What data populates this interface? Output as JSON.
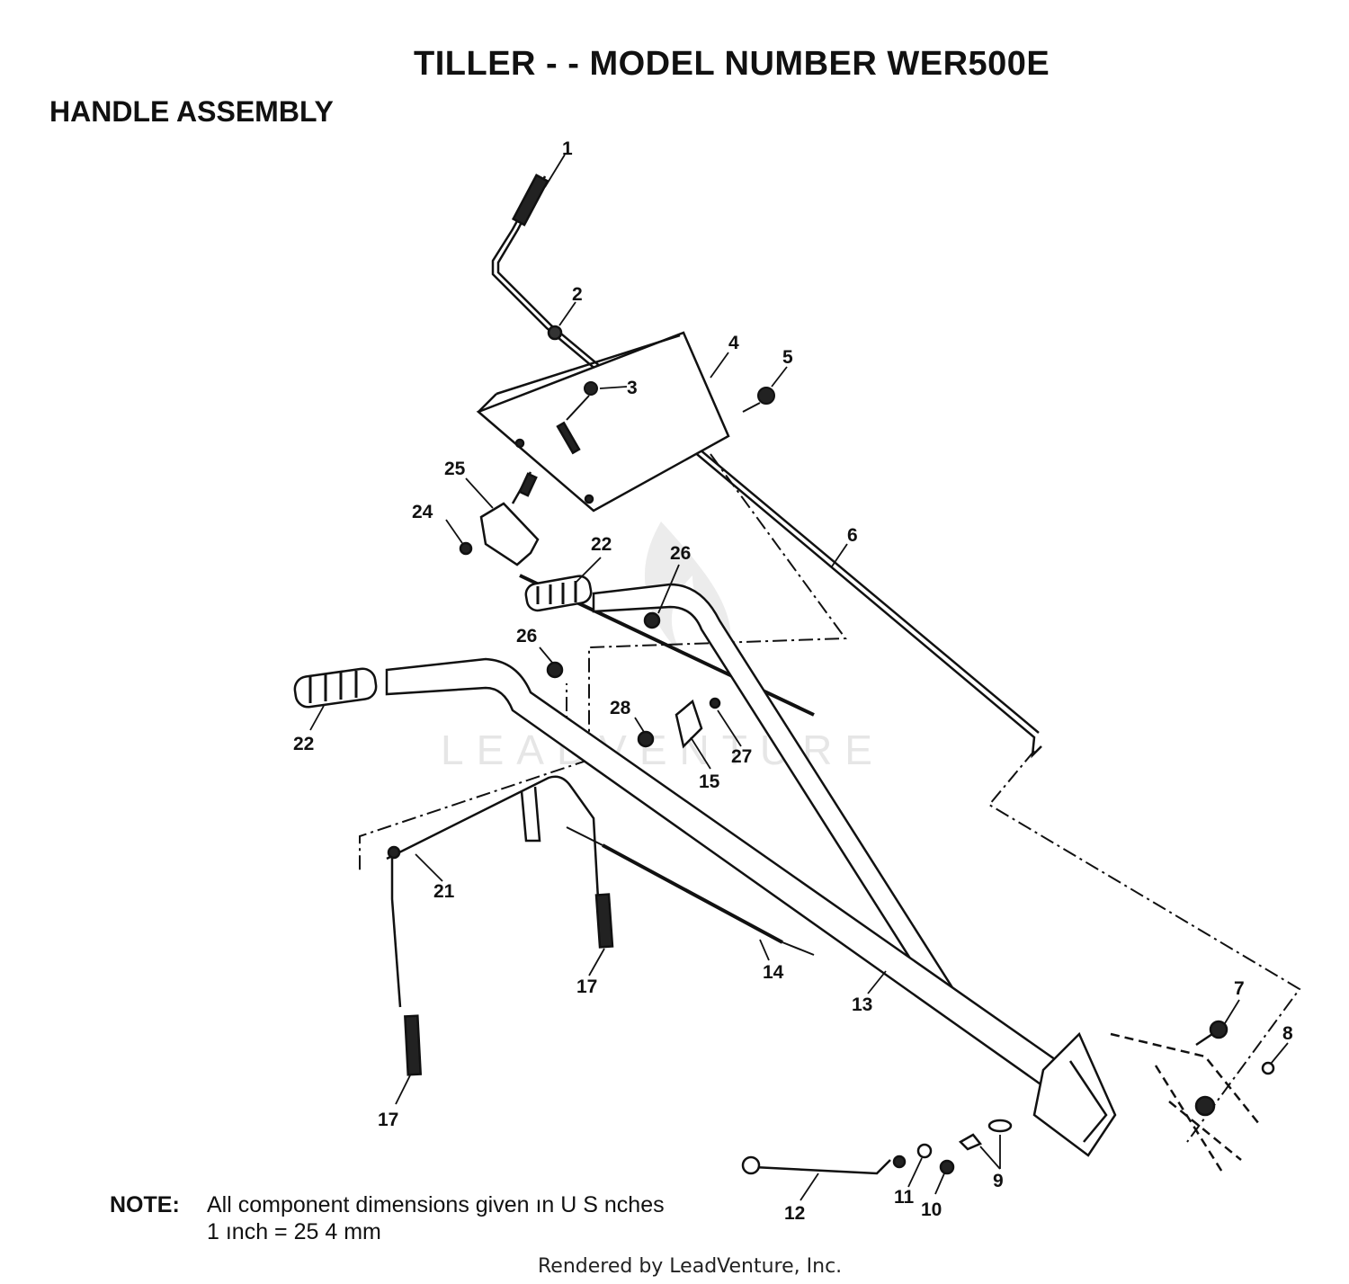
{
  "header": {
    "title": "TILLER - - MODEL NUMBER WER500E",
    "subtitle": "HANDLE ASSEMBLY"
  },
  "watermark": {
    "text": "LEADVENTURE",
    "icon": "flame-logo-icon",
    "color": "#e6e6e6"
  },
  "callouts": [
    "1",
    "2",
    "3",
    "4",
    "5",
    "6",
    "7",
    "8",
    "9",
    "10",
    "11",
    "12",
    "13",
    "14",
    "15",
    "17",
    "17",
    "21",
    "22",
    "22",
    "24",
    "25",
    "26",
    "26",
    "27",
    "28"
  ],
  "note": {
    "label": "NOTE:",
    "line1": "All component dimensions given ın U S   nches",
    "line2": "1 ınch = 25 4 mm"
  },
  "footer": {
    "text": "Rendered by LeadVenture, Inc."
  }
}
